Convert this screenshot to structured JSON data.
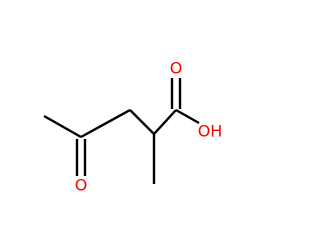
{
  "molecule": {
    "atoms": {
      "carbonyl_oxygen_ketone": "O",
      "carbonyl_oxygen_acid": "O",
      "hydroxyl": "OH"
    },
    "colors": {
      "bond": "#000000",
      "oxygen": "#ff0000"
    }
  }
}
